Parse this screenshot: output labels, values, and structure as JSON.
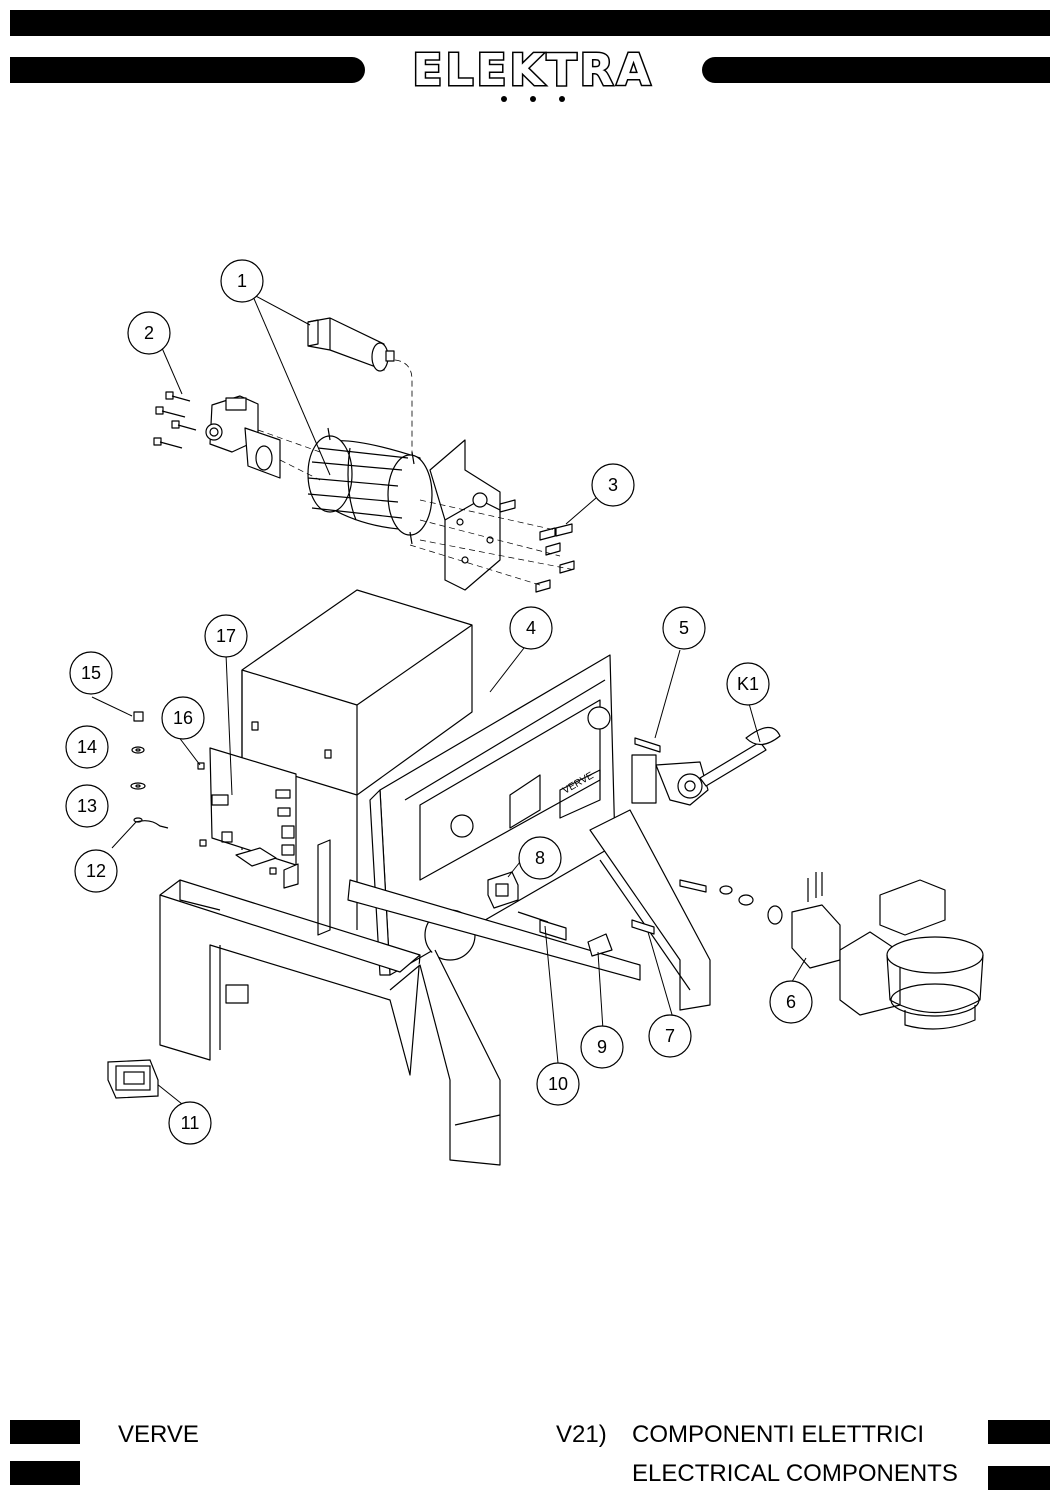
{
  "header": {
    "brand": "ELEKTRA"
  },
  "footer": {
    "model": "VERVE",
    "section_code": "V21)",
    "title_it": "COMPONENTI ELETTRICI",
    "title_en": "ELECTRICAL COMPONENTS"
  },
  "callouts": [
    {
      "id": "callout-1",
      "label": "1"
    },
    {
      "id": "callout-2",
      "label": "2"
    },
    {
      "id": "callout-3",
      "label": "3"
    },
    {
      "id": "callout-4",
      "label": "4"
    },
    {
      "id": "callout-5",
      "label": "5"
    },
    {
      "id": "callout-k1",
      "label": "K1"
    },
    {
      "id": "callout-17",
      "label": "17"
    },
    {
      "id": "callout-15",
      "label": "15"
    },
    {
      "id": "callout-16",
      "label": "16"
    },
    {
      "id": "callout-14",
      "label": "14"
    },
    {
      "id": "callout-13",
      "label": "13"
    },
    {
      "id": "callout-12",
      "label": "12"
    },
    {
      "id": "callout-8",
      "label": "8"
    },
    {
      "id": "callout-6",
      "label": "6"
    },
    {
      "id": "callout-7",
      "label": "7"
    },
    {
      "id": "callout-9",
      "label": "9"
    },
    {
      "id": "callout-10",
      "label": "10"
    },
    {
      "id": "callout-11",
      "label": "11"
    }
  ]
}
